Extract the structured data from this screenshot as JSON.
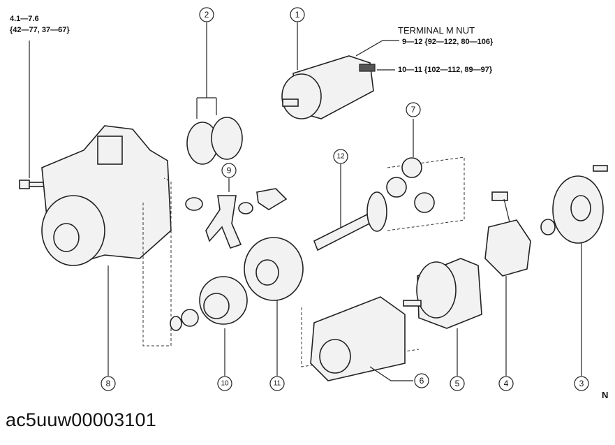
{
  "torque_bolt": {
    "line1": "4.1—7.6",
    "line2": "{42—77, 37—67}"
  },
  "terminal": {
    "title": "TERMINAL M NUT",
    "spec1": "9—12 {92—122, 80—106}",
    "spec2": "10—11 {102—112, 89—97}"
  },
  "callouts": [
    "1",
    "2",
    "3",
    "4",
    "5",
    "6",
    "7",
    "8",
    "9",
    "10",
    "11",
    "12"
  ],
  "edge_mark": "N",
  "caption": "ac5uuw00003101"
}
